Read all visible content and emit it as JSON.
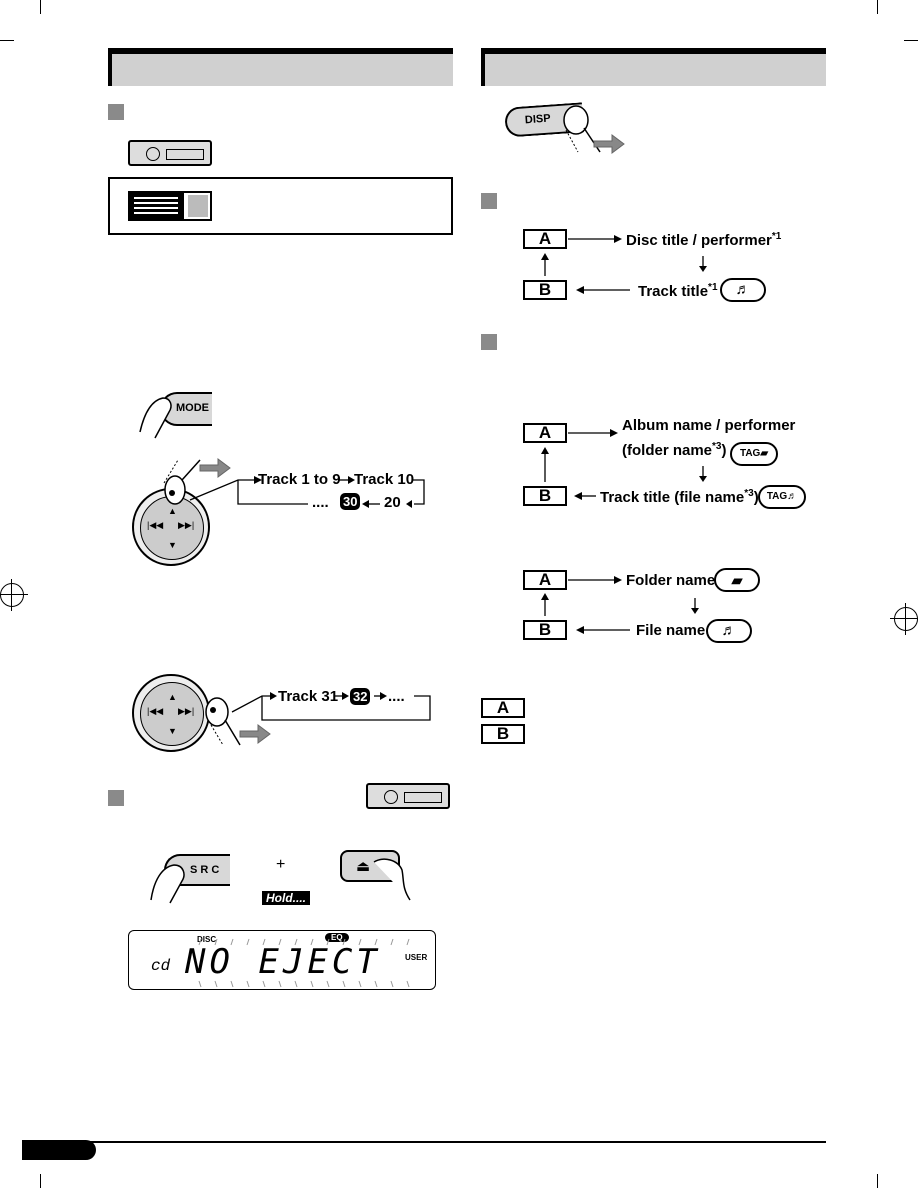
{
  "left": {
    "chain1": {
      "track_1_9": "Track 1 to 9",
      "track_10": "Track 10",
      "ellipsis": "....",
      "n30": "30",
      "n20": "20"
    },
    "chain2": {
      "track_31": "Track 31",
      "n32": "32",
      "ellipsis": "...."
    },
    "buttons": {
      "mode": "MODE",
      "src": "S R C",
      "plus": "+",
      "hold": "Hold...."
    },
    "display": {
      "disc": "DISC",
      "cd": "cd",
      "message": "NO EJECT",
      "user": "USER",
      "eq": "EQ"
    }
  },
  "right": {
    "disp_button": "DISP",
    "group1": {
      "a": "A",
      "b": "B",
      "disc_title": "Disc title / performer",
      "disc_title_note": "*1",
      "track_title": "Track title",
      "track_title_note": "*1",
      "note_icon": "music-note-icon"
    },
    "group2": {
      "a": "A",
      "b": "B",
      "album": "Album name / performer",
      "folder_paren": "(folder name",
      "folder_note": "*3",
      "folder_close": ")",
      "tag1": "TAG",
      "track_file": "Track title (file name",
      "track_file_note": "*3",
      "track_file_close": ")",
      "tag2": "TAG"
    },
    "group3": {
      "a": "A",
      "b": "B",
      "folder": "Folder name",
      "file": "File name"
    },
    "legend": {
      "a": "A",
      "b": "B"
    }
  }
}
